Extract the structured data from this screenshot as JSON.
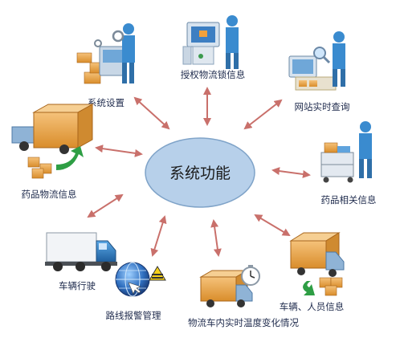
{
  "hub": {
    "label": "系统功能"
  },
  "nodes": [
    {
      "id": "system-settings",
      "label": "系统设置",
      "icon": "worker-with-boxes-icon"
    },
    {
      "id": "auth-logistics-lock",
      "label": "授权物流锁信息",
      "icon": "person-at-computer-icon"
    },
    {
      "id": "website-query",
      "label": "网站实时查询",
      "icon": "person-with-magnifier-icon"
    },
    {
      "id": "drug-info",
      "label": "药品相关信息",
      "icon": "person-with-cart-icon"
    },
    {
      "id": "vehicle-personnel",
      "label": "车辆、人员信息",
      "icon": "delivery-truck-with-boxes-icon"
    },
    {
      "id": "temp-change",
      "label": "物流车内实时温度变化情况",
      "icon": "truck-with-clock-icon"
    },
    {
      "id": "route-alarm",
      "label": "路线报警管理",
      "icon": "globe-warning-icon"
    },
    {
      "id": "vehicle-driving",
      "label": "车辆行驶",
      "icon": "truck-icon"
    },
    {
      "id": "drug-logistics",
      "label": "药品物流信息",
      "icon": "truck-loading-icon"
    }
  ],
  "colors": {
    "hub_fill": "#b7d0ea",
    "arrow": "#c9706b",
    "label": "#1f2b4d",
    "box": "#e8a347",
    "truck_blue": "#2f7ec2",
    "person": "#3a8bcf"
  }
}
